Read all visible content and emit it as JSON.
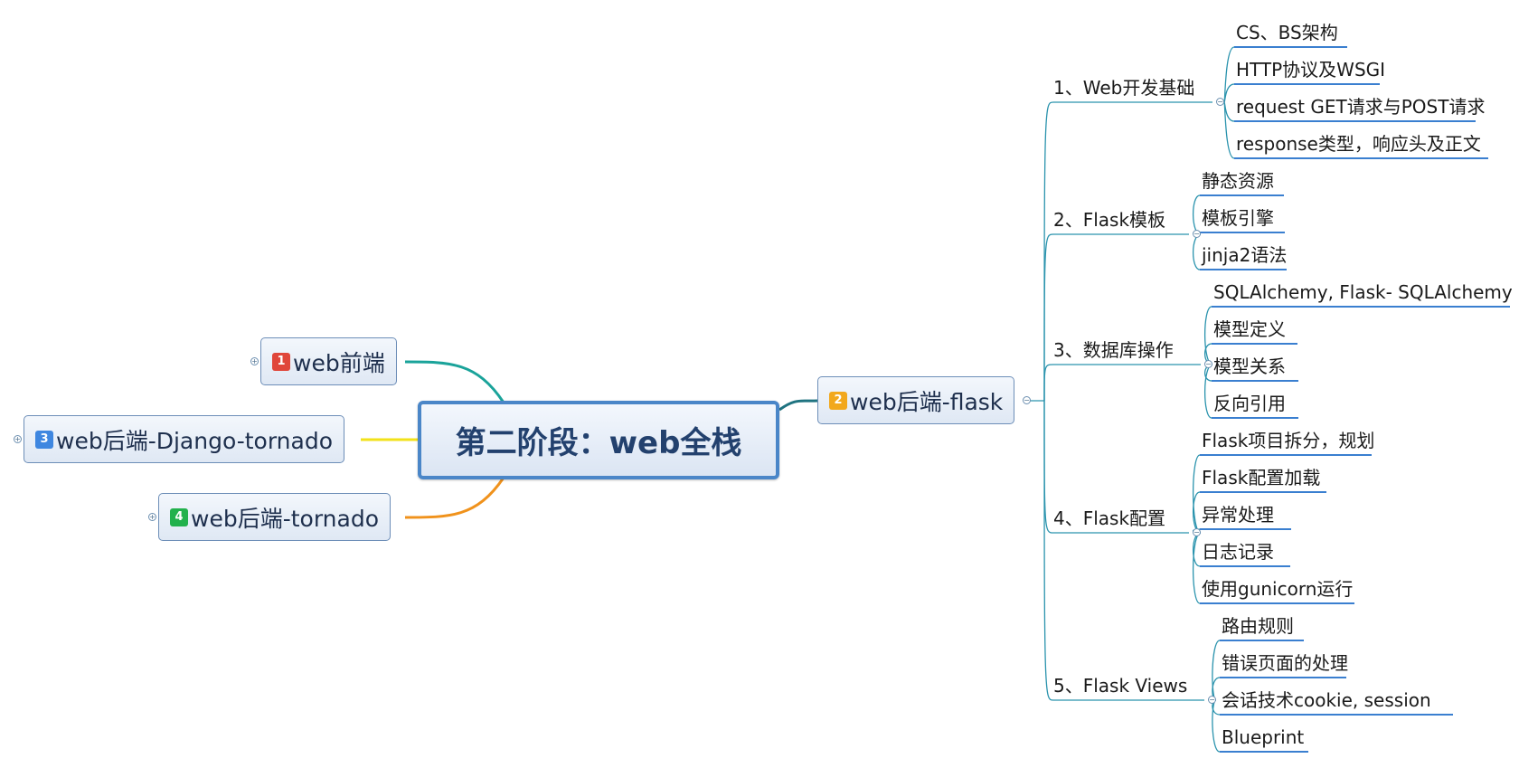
{
  "root": {
    "label": "第二阶段：web全栈"
  },
  "left": [
    {
      "badge": "1",
      "badge_color": "#e0463a",
      "label": "web前端",
      "line_color": "#1aa39a"
    },
    {
      "badge": "3",
      "badge_color": "#3f87e0",
      "label": "web后端-Django-tornado",
      "line_color": "#f2e21a"
    },
    {
      "badge": "4",
      "badge_color": "#22b14c",
      "label": "web后端-tornado",
      "line_color": "#f0921c"
    }
  ],
  "right": {
    "badge": "2",
    "badge_color": "#f2a81d",
    "label": "web后端-flask",
    "line_color": "#1f7380",
    "branch_color": "#2a93ad",
    "underline_color": "#3a7fd0",
    "topics": [
      {
        "label": "1、Web开发基础",
        "items": [
          "CS、BS架构",
          "HTTP协议及WSGI",
          "request GET请求与POST请求",
          "response类型，响应头及正文"
        ]
      },
      {
        "label": "2、Flask模板",
        "items": [
          "静态资源",
          "模板引擎",
          "jinja2语法"
        ]
      },
      {
        "label": "3、数据库操作",
        "items": [
          "SQLAlchemy, Flask- SQLAlchemy",
          "模型定义",
          "模型关系",
          "反向引用"
        ]
      },
      {
        "label": "4、Flask配置",
        "items": [
          "Flask项目拆分，规划",
          "Flask配置加载",
          "异常处理",
          "日志记录",
          "使用gunicorn运行"
        ]
      },
      {
        "label": "5、Flask Views",
        "items": [
          "路由规则",
          "错误页面的处理",
          "会话技术cookie, session",
          "Blueprint"
        ]
      }
    ]
  }
}
